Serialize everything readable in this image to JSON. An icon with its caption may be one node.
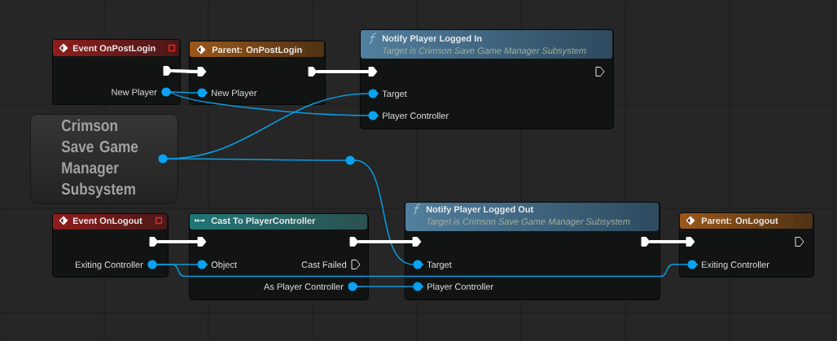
{
  "diagram": {
    "nodes": [
      {
        "text": [
          "Event OnPostLogin"
        ]
      },
      {
        "text": [],
        "shape": "pentagon",
        "in": 0
      },
      {
        "text": [],
        "shape": "circle",
        "in": 0,
        "beside": [
          "New Player"
        ]
      },
      {
        "text": [
          "Parent: OnPostLogin"
        ]
      },
      {
        "text": [],
        "shape": "pentagon",
        "in": 3
      },
      {
        "text": [],
        "shape": "pentagon",
        "in": 3
      },
      {
        "text": [],
        "shape": "circle",
        "in": 3,
        "beside": [
          "New Player"
        ]
      },
      {
        "text": [
          "Notify Player Logged In",
          "Target is Crimson Save Game Manager Subsystem"
        ]
      },
      {
        "text": [],
        "shape": "pentagon",
        "in": 7
      },
      {
        "text": [],
        "shape": "pentagon",
        "in": 7
      },
      {
        "text": [],
        "shape": "circle",
        "in": 7,
        "beside": [
          "Target"
        ]
      },
      {
        "text": [],
        "shape": "circle",
        "in": 7,
        "beside": [
          "Player Controller"
        ]
      },
      {
        "text": [
          "Crimson Save Game Manager Subsystem"
        ]
      },
      {
        "text": [],
        "shape": "circle",
        "in": 12
      },
      {
        "text": [],
        "shape": "circle"
      },
      {
        "text": [
          "Event OnLogout"
        ]
      },
      {
        "text": [],
        "shape": "pentagon",
        "in": 15
      },
      {
        "text": [],
        "shape": "circle",
        "in": 15,
        "beside": [
          "Exiting Controller"
        ]
      },
      {
        "text": [
          "Cast To PlayerController"
        ]
      },
      {
        "text": [],
        "shape": "pentagon",
        "in": 18
      },
      {
        "text": [],
        "shape": "pentagon",
        "in": 18
      },
      {
        "text": [],
        "shape": "circle",
        "in": 18,
        "beside": [
          "Object"
        ]
      },
      {
        "text": [],
        "shape": "pentagon",
        "in": 18,
        "beside": [
          "Cast Failed"
        ]
      },
      {
        "text": [],
        "shape": "circle",
        "in": 18,
        "beside": [
          "As Player Controller"
        ]
      },
      {
        "text": [
          "Notify Player Logged Out",
          "Target is Crimson Save Game Manager Subsystem"
        ]
      },
      {
        "text": [],
        "shape": "pentagon",
        "in": 24
      },
      {
        "text": [],
        "shape": "pentagon",
        "in": 24
      },
      {
        "text": [],
        "shape": "circle",
        "in": 24,
        "beside": [
          "Target"
        ]
      },
      {
        "text": [],
        "shape": "circle",
        "in": 24,
        "beside": [
          "Player Controller"
        ]
      },
      {
        "text": [
          "Parent: OnLogout"
        ]
      },
      {
        "text": [],
        "shape": "pentagon",
        "in": 29
      },
      {
        "text": [],
        "shape": "pentagon",
        "in": 29
      },
      {
        "text": [],
        "shape": "circle",
        "in": 29,
        "beside": [
          "Exiting Controller"
        ]
      }
    ],
    "edges": [
      {
        "from": 1,
        "to": 4,
        "arrow": "none",
        "style": "thick",
        "color": "#ffffff"
      },
      {
        "from": 2,
        "to": 6,
        "arrow": "none"
      },
      {
        "from": 2,
        "to": 11,
        "arrow": "none"
      },
      {
        "from": 5,
        "to": 8,
        "arrow": "none",
        "style": "thick",
        "color": "#ffffff"
      },
      {
        "from": 13,
        "to": 10,
        "arrow": "none"
      },
      {
        "from": 13,
        "to": 14,
        "arrow": "none"
      },
      {
        "from": 14,
        "to": 27,
        "arrow": "none"
      },
      {
        "from": 16,
        "to": 19,
        "arrow": "none",
        "style": "thick",
        "color": "#ffffff"
      },
      {
        "from": 17,
        "to": 21,
        "arrow": "none"
      },
      {
        "from": 17,
        "to": 32,
        "arrow": "none"
      },
      {
        "from": 20,
        "to": 25,
        "arrow": "none",
        "style": "thick",
        "color": "#ffffff"
      },
      {
        "from": 23,
        "to": 28,
        "arrow": "none"
      },
      {
        "from": 26,
        "to": 30,
        "arrow": "none",
        "style": "thick",
        "color": "#ffffff"
      }
    ]
  }
}
